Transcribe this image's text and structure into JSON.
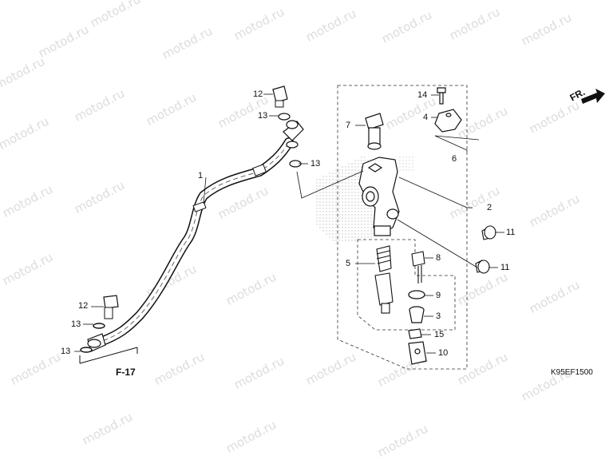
{
  "watermark": "motod.ru",
  "direction_label": "FR.",
  "reference_label": "F-17",
  "figure_code": "K95EF1500",
  "callouts": [
    "12",
    "13",
    "13",
    "1",
    "12",
    "13",
    "13",
    "14",
    "4",
    "7",
    "6",
    "2",
    "5",
    "8",
    "9",
    "3",
    "15",
    "10",
    "11",
    "11"
  ]
}
